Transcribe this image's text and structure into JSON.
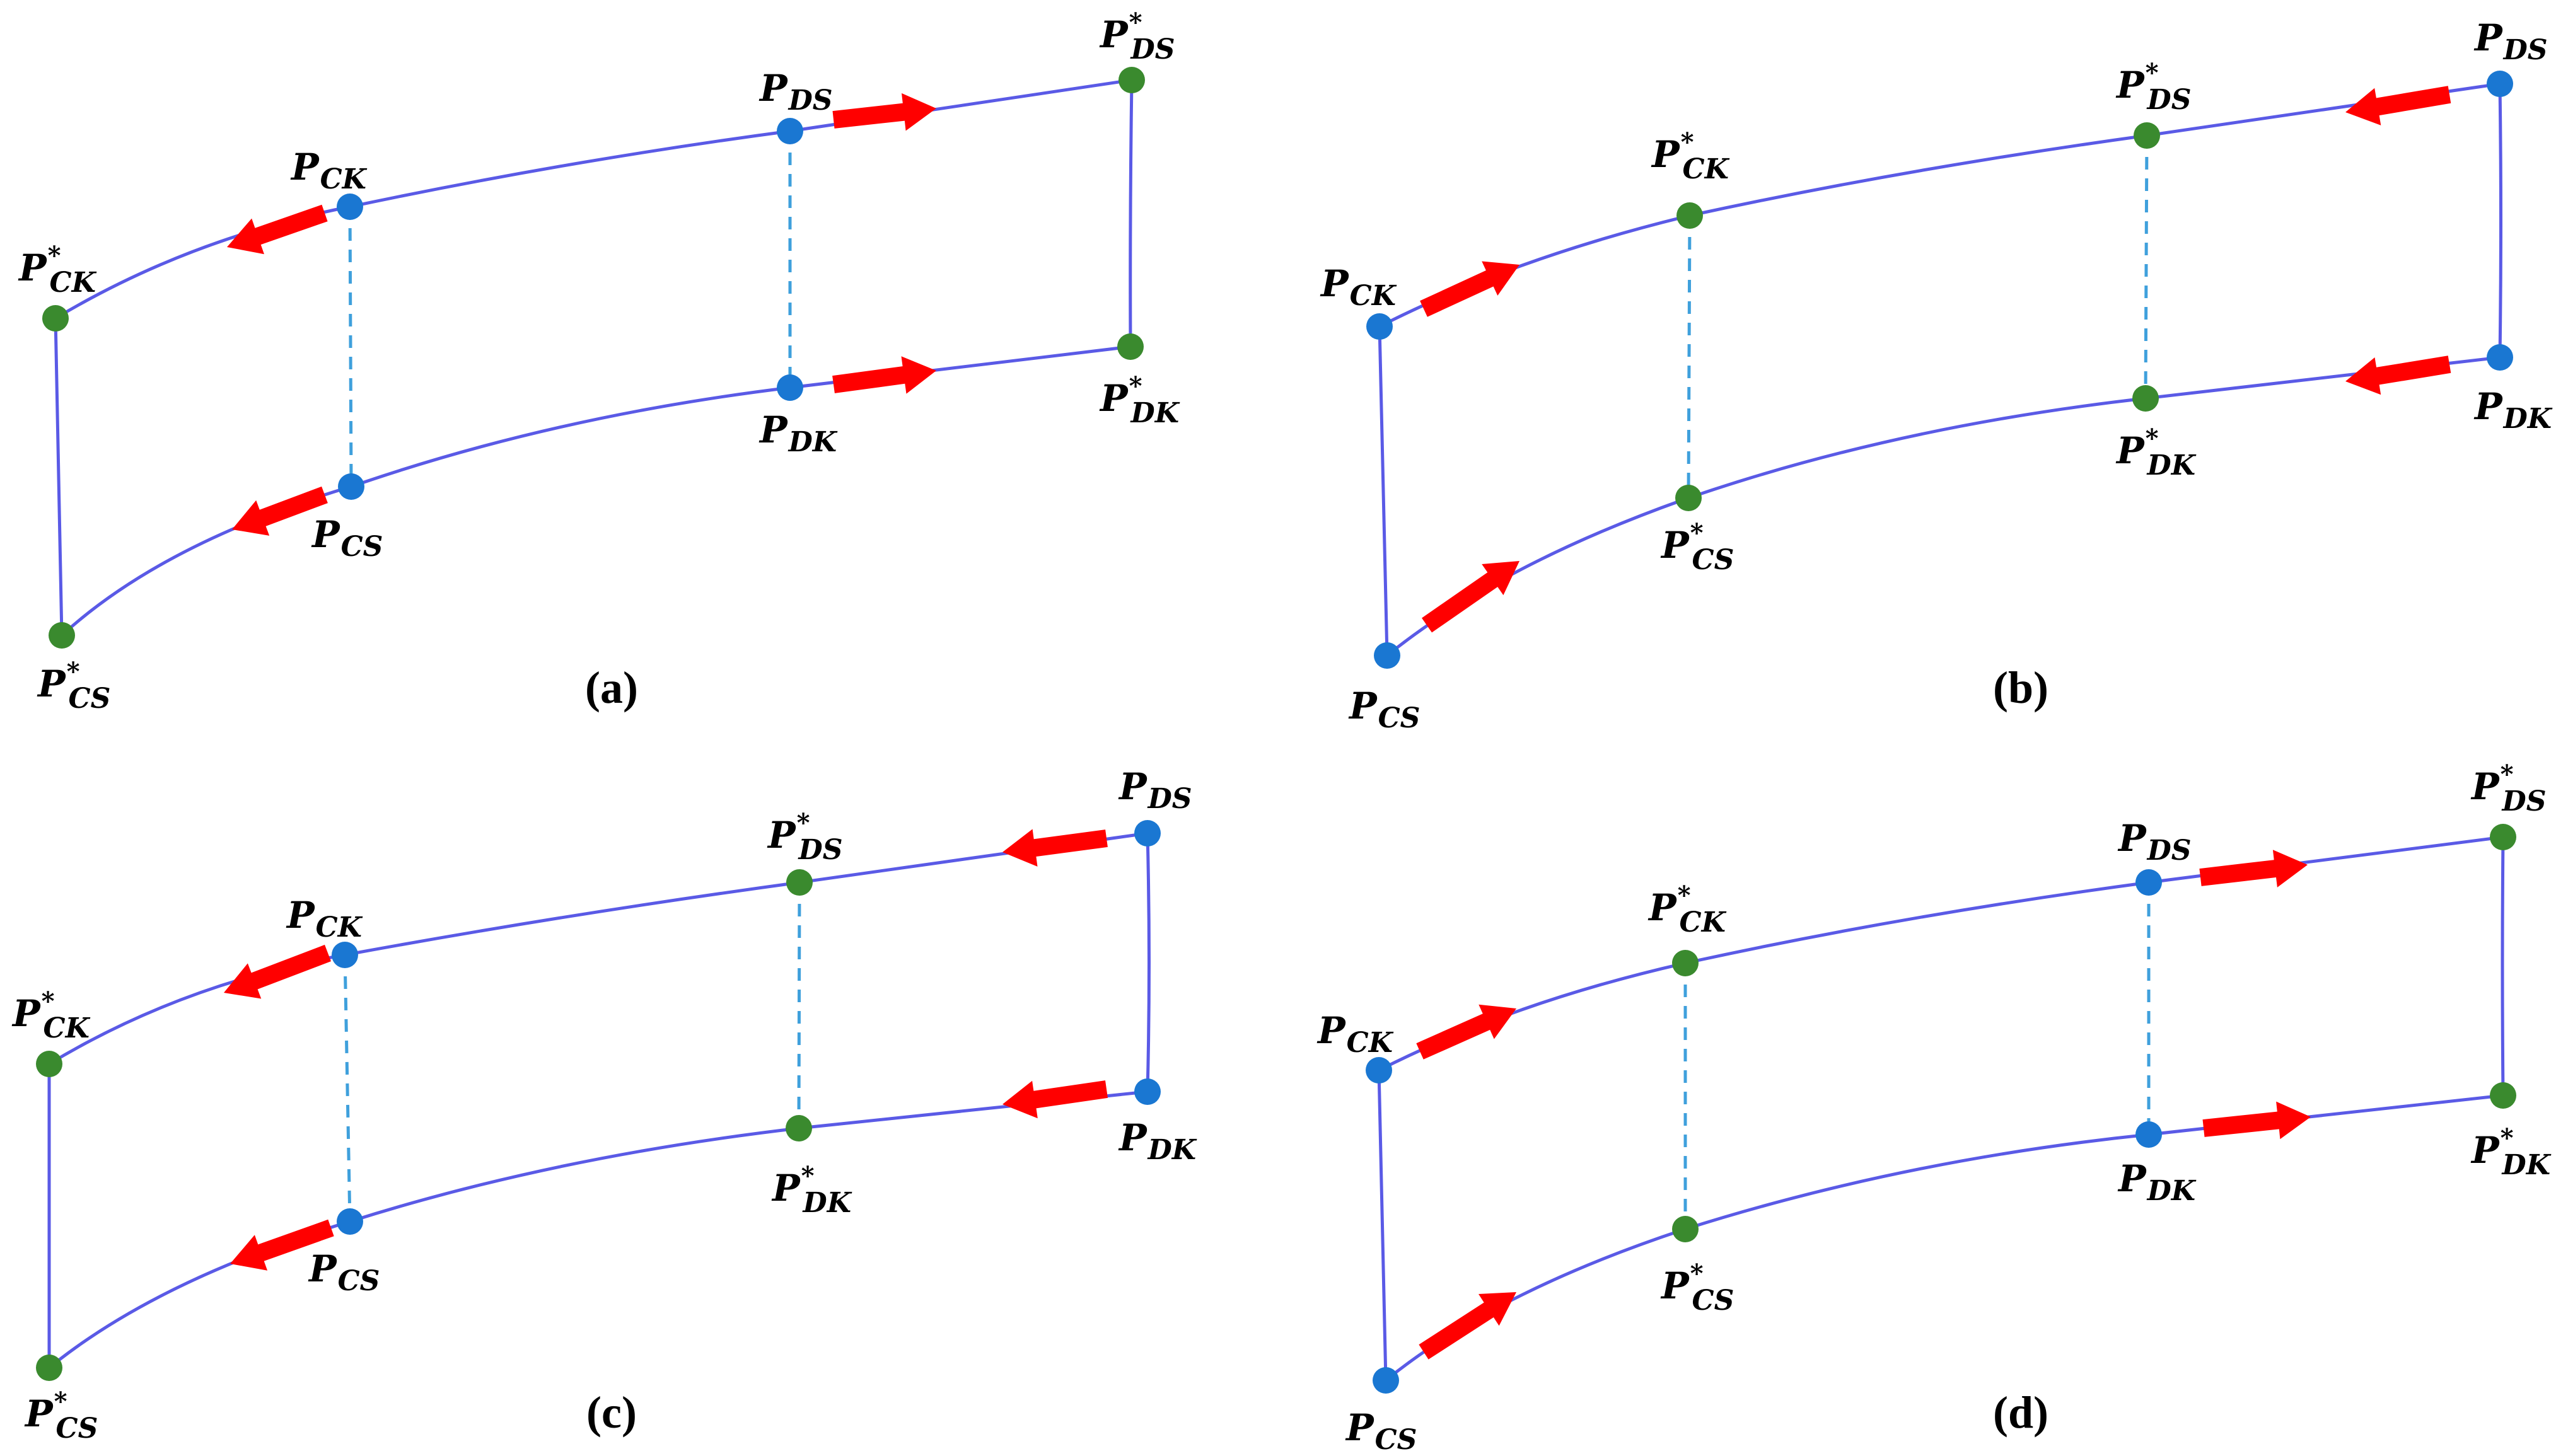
{
  "colors": {
    "current_point": "#1a77d2",
    "target_point": "#3a8a2e",
    "edge": "#5a5ae6",
    "guide": "#3fa0dc",
    "arrow": "#ff0000"
  },
  "panels": [
    {
      "caption": "(a)",
      "points": {
        "CK": "P|CK|",
        "CK*": "P|CK|*",
        "CS": "P|CS|",
        "CS*": "P|CS|*",
        "DS": "P|DS|",
        "DS*": "P|DS|*",
        "DK": "P|DK|",
        "DK*": "P|DK|*"
      }
    },
    {
      "caption": "(b)",
      "points": {
        "CK": "P|CK|",
        "CK*": "P|CK|*",
        "CS": "P|CS|",
        "CS*": "P|CS|*",
        "DS": "P|DS|",
        "DS*": "P|DS|*",
        "DK": "P|DK|",
        "DK*": "P|DK|*"
      }
    },
    {
      "caption": "(c)",
      "points": {
        "CK": "P|CK|",
        "CK*": "P|CK|*",
        "CS": "P|CS|",
        "CS*": "P|CS|*",
        "DS": "P|DS|",
        "DS*": "P|DS|*",
        "DK": "P|DK|",
        "DK*": "P|DK|*"
      }
    },
    {
      "caption": "(d)",
      "points": {
        "CK": "P|CK|",
        "CK*": "P|CK|*",
        "CS": "P|CS|",
        "CS*": "P|CS|*",
        "DS": "P|DS|",
        "DS*": "P|DS|*",
        "DK": "P|DK|",
        "DK*": "P|DK|*"
      }
    }
  ]
}
